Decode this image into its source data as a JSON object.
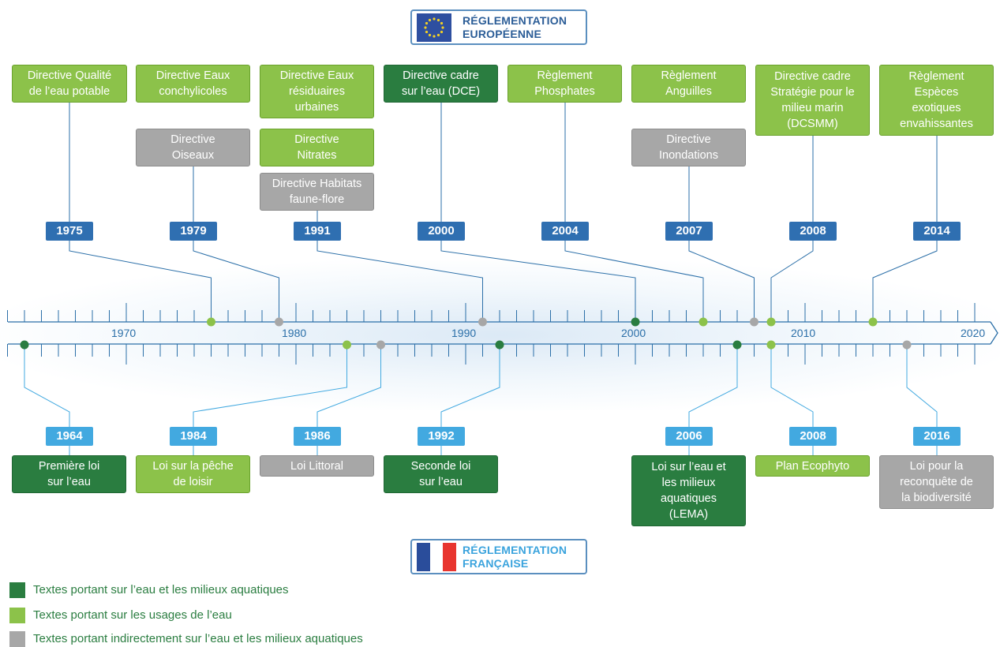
{
  "header": {
    "eu_title_line1": "RÉGLEMENTATION",
    "eu_title_line2": "EUROPÉENNE"
  },
  "footer": {
    "fr_title_line1": "RÉGLEMENTATION",
    "fr_title_line2": "FRANÇAISE"
  },
  "axis": {
    "labels": [
      "1970",
      "1980",
      "1990",
      "2000",
      "2010",
      "2020"
    ]
  },
  "colors": {
    "water": "#2a7d40",
    "usage": "#8cc24a",
    "indirect": "#a7a7a7",
    "eu_year": "#2f6fb1",
    "fr_year": "#42a9e0",
    "axis": "#2b6fa8"
  },
  "eu": {
    "years": [
      "1975",
      "1979",
      "1991",
      "2000",
      "2004",
      "2007",
      "2008",
      "2014"
    ],
    "boxes": [
      {
        "text": "Directive Qualité\nde l’eau potable",
        "category": "usage"
      },
      {
        "text": "Directive Eaux\nconchylicoles",
        "category": "usage"
      },
      {
        "text": "Directive\nOiseaux",
        "category": "indirect"
      },
      {
        "text": "Directive Eaux\nrésiduaires\nurbaines",
        "category": "usage"
      },
      {
        "text": "Directive\nNitrates",
        "category": "usage"
      },
      {
        "text": "Directive Habitats\nfaune-flore",
        "category": "indirect"
      },
      {
        "text": "Directive cadre\nsur l’eau (DCE)",
        "category": "water"
      },
      {
        "text": "Règlement\nPhosphates",
        "category": "usage"
      },
      {
        "text": "Règlement\nAnguilles",
        "category": "usage"
      },
      {
        "text": "Directive\nInondations",
        "category": "indirect"
      },
      {
        "text": "Directive cadre\nStratégie pour le\nmilieu marin\n(DCSMM)",
        "category": "usage"
      },
      {
        "text": "Règlement\nEspèces\nexotiques\nenvahissantes",
        "category": "usage"
      }
    ]
  },
  "fr": {
    "years": [
      "1964",
      "1984",
      "1986",
      "1992",
      "2006",
      "2008",
      "2016"
    ],
    "boxes": [
      {
        "text": "Première loi\nsur l’eau",
        "category": "water"
      },
      {
        "text": "Loi sur la pêche\nde loisir",
        "category": "usage"
      },
      {
        "text": "Loi Littoral",
        "category": "indirect"
      },
      {
        "text": "Seconde loi\nsur l’eau",
        "category": "water"
      },
      {
        "text": "Loi sur l’eau et\nles milieux\naquatiques\n(LEMA)",
        "category": "water"
      },
      {
        "text": "Plan Ecophyto",
        "category": "usage"
      },
      {
        "text": "Loi pour la\nreconquête de\nla biodiversité",
        "category": "indirect"
      }
    ]
  },
  "legend": [
    {
      "label": "Textes portant sur l’eau et les milieux aquatiques",
      "category": "water"
    },
    {
      "label": "Textes portant sur les usages de l’eau",
      "category": "usage"
    },
    {
      "label": "Textes portant indirectement sur l’eau et les milieux aquatiques",
      "category": "indirect"
    }
  ]
}
